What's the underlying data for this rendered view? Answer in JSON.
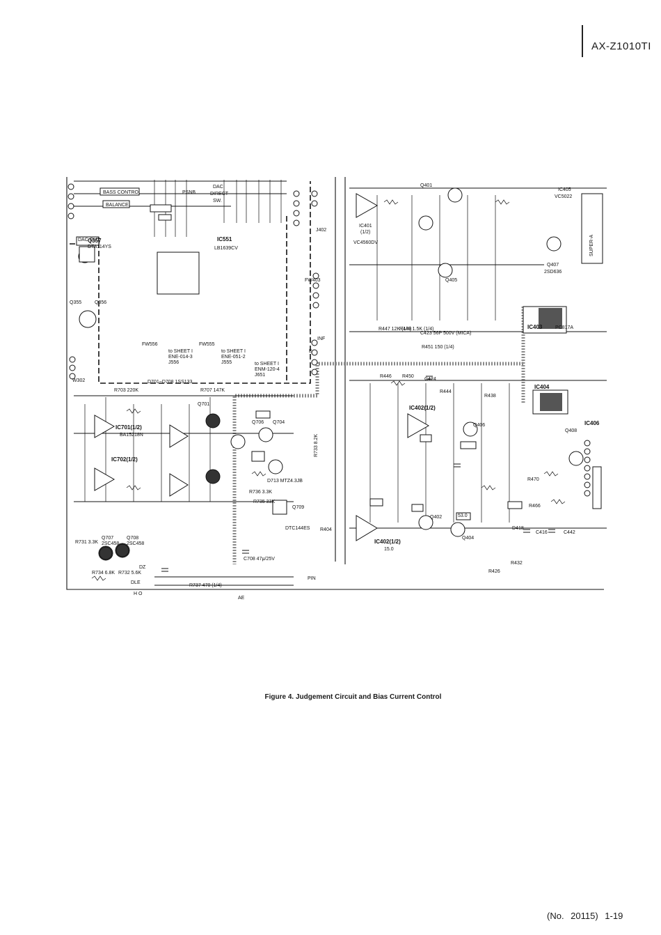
{
  "header": {
    "model": "AX-Z1010TI"
  },
  "figure": {
    "caption": "Figure 4. Judgement Circuit and Bias Current Control"
  },
  "footer": {
    "page_ref": "(No. 20115)  1-19"
  },
  "schematic": {
    "labels": {
      "ic405": "IC405",
      "ic405_part": "VC5022",
      "super_a": "SUPER-A",
      "ic401": "IC401",
      "ic401_half": "(1/2)",
      "ic401_part": "VC4560DV",
      "ic551": "IC551",
      "ic551_part": "LB1639CV",
      "ic403": "IC403",
      "ic403_part": "PC817A",
      "ic404": "IC404",
      "ic406": "IC406",
      "ic402_top": "IC402(1/2)",
      "ic402_bot": "IC402(1/2)",
      "ic701": "IC701(1/2)",
      "ic701_part": "BA15218N",
      "ic702": "IC702(1/2)",
      "q355": "Q355",
      "q356": "Q356",
      "q357": "Q357",
      "q357_part": "DTA114YS",
      "q401": "Q401",
      "q402": "Q402",
      "q404": "Q404",
      "q405": "Q405",
      "q406": "Q406",
      "q407": "Q407",
      "q407_part": "2SD636",
      "q408": "Q408",
      "q701": "Q701",
      "q704": "Q704",
      "q706": "Q706",
      "q707": "Q707",
      "q708": "Q708",
      "q709": "Q709",
      "q709_part": "DTC144ES",
      "q707_part": "2SC458",
      "q708_part": "2SC458",
      "dac_out": "DAC OUT",
      "bass_control": "BASS CONTROL",
      "balance": "BALANCE",
      "psnb": "PSNB",
      "dac": "DAC",
      "direct": "DIRECT",
      "sw": "SW.",
      "fw556": "FW556",
      "fw555": "FW555",
      "fw403": "FW403",
      "w302": "W302",
      "j402": "J402",
      "sheet_1a": "to SHEET I",
      "sheet_1a_part": "ENE-014-3",
      "sheet_1a_jack": "J556",
      "sheet_1b": "to SHEET I",
      "sheet_1b_part": "ENE-051-2",
      "sheet_1b_jack": "J555",
      "sheet_1c": "to SHEET I",
      "sheet_1c_part": "ENM-120-4",
      "sheet_1c_jack": "J651",
      "d701_note": "D701~D708 1SS133",
      "r703": "R703 220K",
      "r707": "R707 147K",
      "r733": "R733 8.2K",
      "r735": "R735 33K",
      "r736": "R736 3.3K",
      "r731": "R731 3.3K",
      "r734": "R734 6.8K",
      "r732": "R732 5.6K",
      "r737": "R737 470 (1/4)",
      "c708": "C708 47μ/25V",
      "d713": "D713 MTZ4.3JB",
      "r404": "R404",
      "r426": "R426",
      "r432": "R432",
      "r466": "R466",
      "r470": "R470",
      "c442": "C442",
      "c416": "C416",
      "d418": "D418",
      "c424": "C424",
      "r450": "R450",
      "r446": "R446",
      "r444": "R444",
      "r438": "R438",
      "c423": "C423 56P 500V (MICA)",
      "r451": "R451 150 (1/4)",
      "r447": "R447 12K (1/4)",
      "r448": "R448 1.5K (1/4)",
      "v15": "15.0",
      "v53": "53.0",
      "dle": "DLE",
      "ae": "AE",
      "pin": "PIN",
      "ho": "H O",
      "dz": "DZ",
      "e": "E",
      "inf": "INF"
    }
  }
}
